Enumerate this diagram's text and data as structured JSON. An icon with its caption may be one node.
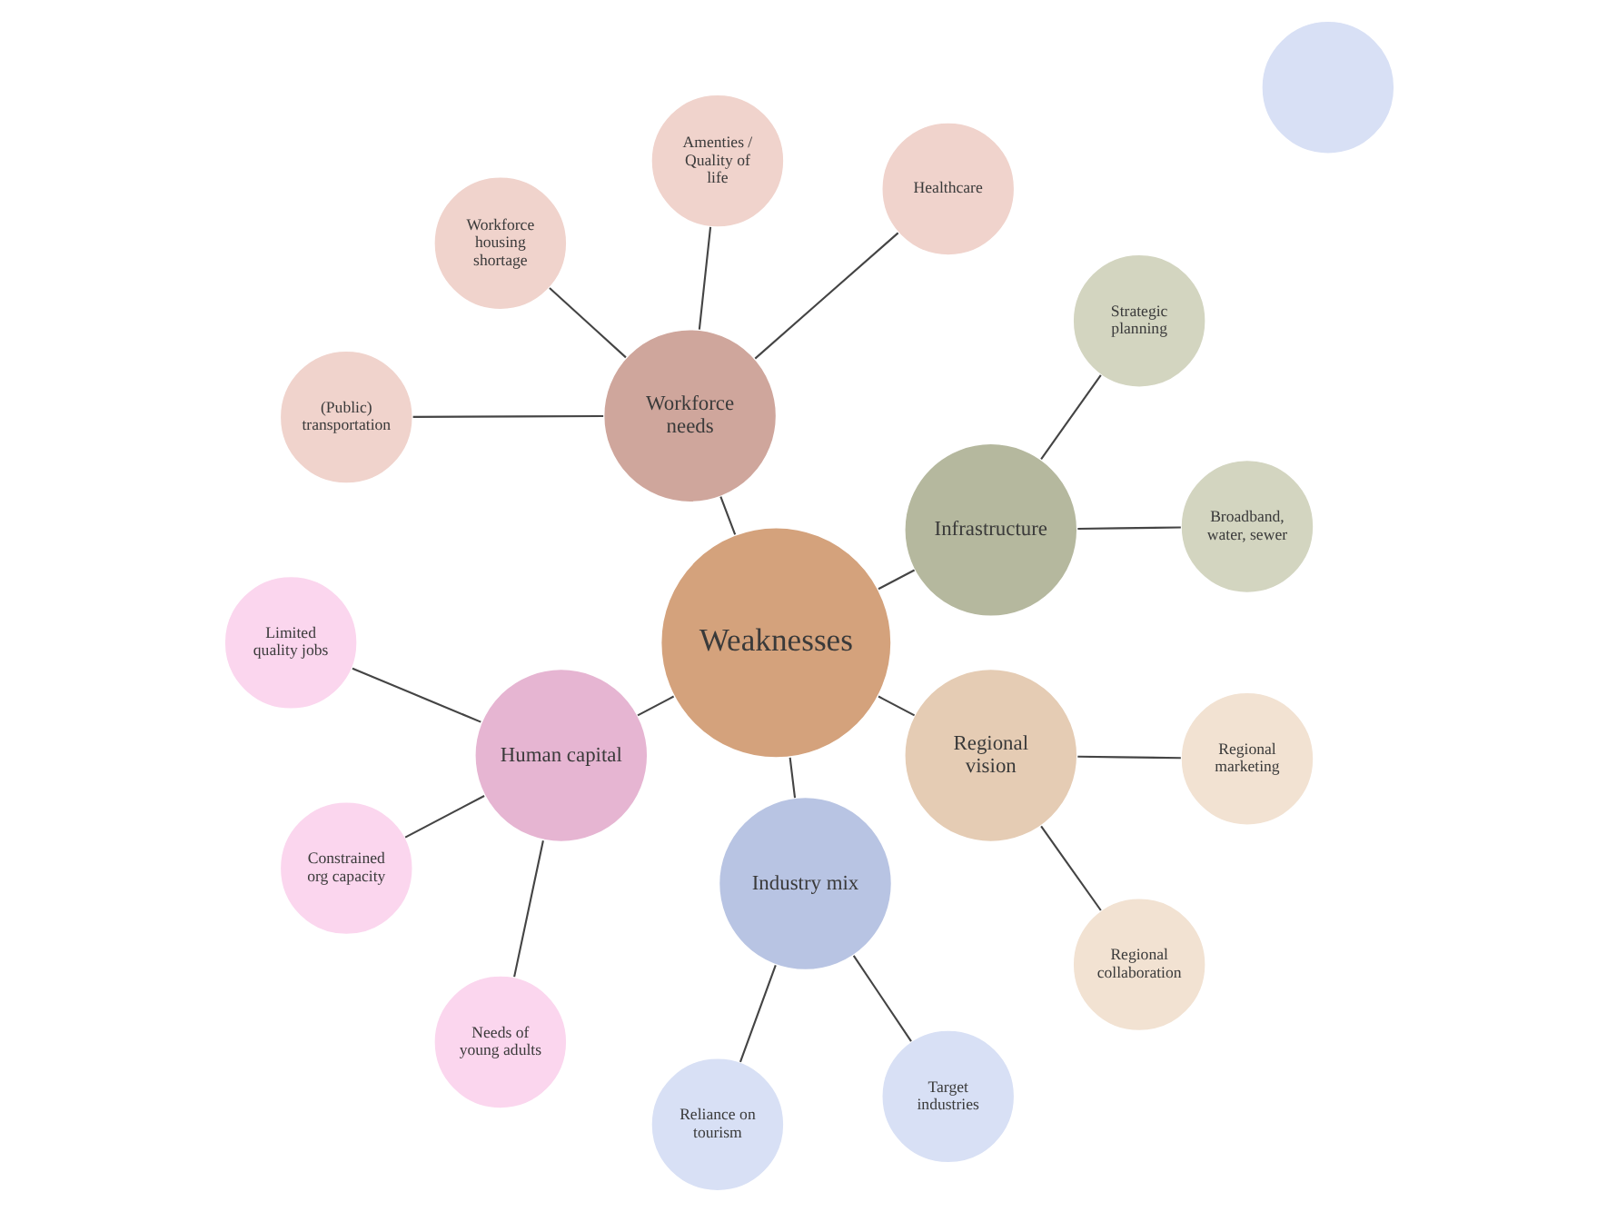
{
  "diagram": {
    "nodes": [
      {
        "text": [
          "Weaknesses"
        ]
      },
      {
        "text": [
          "Infrastructure"
        ]
      },
      {
        "text": [
          "Broadband, water, sewer"
        ]
      },
      {
        "text": [
          "Strategic planning"
        ]
      },
      {
        "text": [
          "Workforce needs"
        ]
      },
      {
        "text": [
          "Healthcare"
        ]
      },
      {
        "text": [
          "Amenties / Quality of life"
        ]
      },
      {
        "text": [
          "Workforce housing shortage"
        ]
      },
      {
        "text": [
          "(Public) transportation"
        ]
      },
      {
        "text": [
          "Human capital"
        ]
      },
      {
        "text": [
          "Limited quality jobs"
        ]
      },
      {
        "text": [
          "Constrained org capacity"
        ]
      },
      {
        "text": [
          "Needs of young adults"
        ]
      },
      {
        "text": [
          "Industry mix"
        ]
      },
      {
        "text": [
          "Reliance on tourism"
        ]
      },
      {
        "text": [
          "Target industries"
        ]
      },
      {
        "text": [
          "Regional vision"
        ]
      },
      {
        "text": [
          "Regional collaboration"
        ]
      },
      {
        "text": [
          "Regional marketing"
        ]
      },
      {
        "text": [],
        "shape": "circle"
      }
    ],
    "edges": [
      {
        "from": 0,
        "to": 1,
        "arrow": "none"
      },
      {
        "from": 1,
        "to": 2,
        "arrow": "none"
      },
      {
        "from": 1,
        "to": 3,
        "arrow": "none"
      },
      {
        "from": 0,
        "to": 4,
        "arrow": "none"
      },
      {
        "from": 4,
        "to": 5,
        "arrow": "none"
      },
      {
        "from": 4,
        "to": 6,
        "arrow": "none"
      },
      {
        "from": 4,
        "to": 7,
        "arrow": "none"
      },
      {
        "from": 4,
        "to": 8,
        "arrow": "none"
      },
      {
        "from": 0,
        "to": 9,
        "arrow": "none"
      },
      {
        "from": 9,
        "to": 10,
        "arrow": "none"
      },
      {
        "from": 9,
        "to": 11,
        "arrow": "none"
      },
      {
        "from": 9,
        "to": 12,
        "arrow": "none"
      },
      {
        "from": 0,
        "to": 13,
        "arrow": "none"
      },
      {
        "from": 13,
        "to": 14,
        "arrow": "none"
      },
      {
        "from": 13,
        "to": 15,
        "arrow": "none"
      },
      {
        "from": 0,
        "to": 16,
        "arrow": "none"
      },
      {
        "from": 16,
        "to": 17,
        "arrow": "none"
      },
      {
        "from": 16,
        "to": 18,
        "arrow": "none"
      }
    ]
  }
}
